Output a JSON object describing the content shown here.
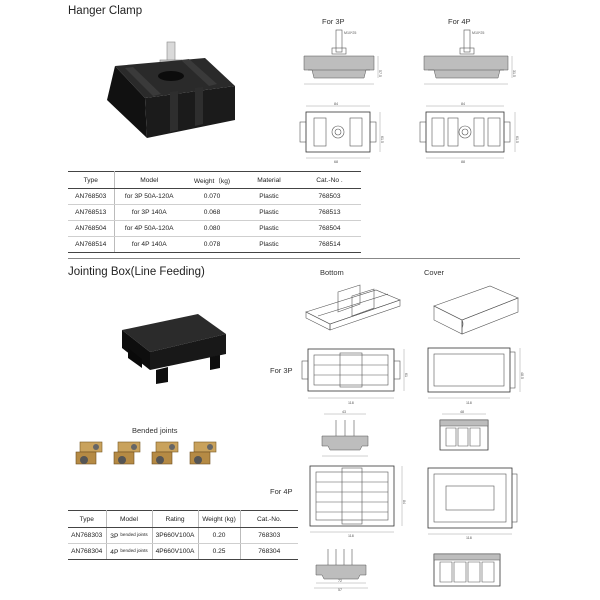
{
  "hanger": {
    "title": "Hanger Clamp",
    "for3p": "For 3P",
    "for4p": "For 4P",
    "bolt_label": "M10*25",
    "dims3p": {
      "top": "84",
      "bottom": "68",
      "height": "57.5",
      "side": "61.5"
    },
    "dims4p": {
      "top": "84",
      "bottom": "88",
      "height": "31.5",
      "side": "61.5"
    },
    "table": {
      "headers": {
        "type": "Type",
        "model": "Model",
        "weight": "Weight（kg)",
        "material": "Material",
        "cat": "Cat.-No ."
      },
      "rows": [
        {
          "type": "AN768503",
          "model": "for 3P 50A-120A",
          "weight": "0.070",
          "material": "Plastic",
          "cat": "768503"
        },
        {
          "type": "AN768513",
          "model": "for 3P 140A",
          "weight": "0.068",
          "material": "Plastic",
          "cat": "768513"
        },
        {
          "type": "AN768504",
          "model": "for 4P 50A-120A",
          "weight": "0.080",
          "material": "Plastic",
          "cat": "768504"
        },
        {
          "type": "AN768514",
          "model": "for 4P 140A",
          "weight": "0.078",
          "material": "Plastic",
          "cat": "768514"
        }
      ]
    }
  },
  "jointing": {
    "title": "Jointing Box(Line Feeding)",
    "bottom_label": "Bottom",
    "cover_label": "Cover",
    "for3p": "For 3P",
    "for4p": "For 4P",
    "bended_title": "Bended joints",
    "dims": {
      "w118": "118",
      "w43": "43",
      "w48": "48",
      "w88": "88",
      "w72": "72",
      "w57": "57",
      "h48": "48.5",
      "h61": "61",
      "h30": "30",
      "h84": "84"
    },
    "table": {
      "headers": {
        "type": "Type",
        "model": "Model",
        "rating": "Rating",
        "weight": "Weight (kg)",
        "cat": "Cat.-No."
      },
      "rows": [
        {
          "type": "AN768303",
          "model": "3P",
          "model_note": "bended joints",
          "rating": "3P660V100A",
          "weight": "0.20",
          "cat": "768303"
        },
        {
          "type": "AN768304",
          "model": "4P",
          "model_note": "bended joints",
          "rating": "4P660V100A",
          "weight": "0.25",
          "cat": "768304"
        }
      ]
    }
  }
}
